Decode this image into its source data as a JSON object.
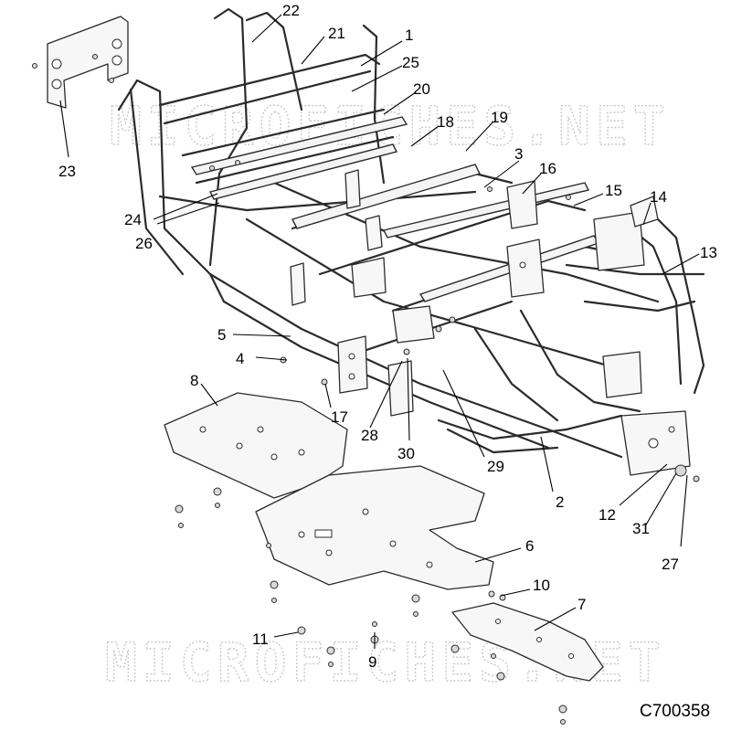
{
  "diagram": {
    "part_number": "C700358",
    "watermark": "MICROFICHES.NET",
    "callouts": [
      "1",
      "2",
      "3",
      "4",
      "5",
      "6",
      "7",
      "8",
      "9",
      "10",
      "11",
      "12",
      "13",
      "14",
      "15",
      "16",
      "17",
      "18",
      "19",
      "20",
      "21",
      "22",
      "23",
      "24",
      "25",
      "26",
      "27",
      "28",
      "29",
      "30",
      "31"
    ]
  }
}
